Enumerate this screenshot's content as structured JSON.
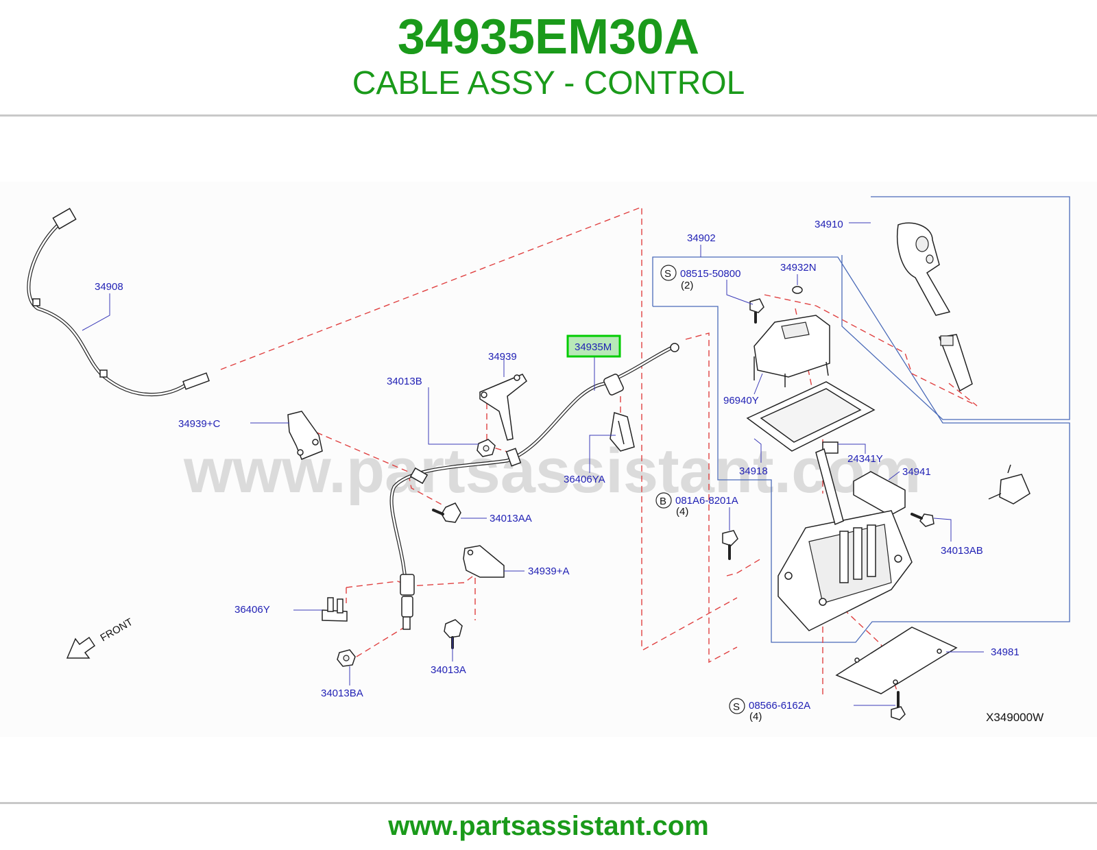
{
  "header": {
    "part_number": "34935EM30A",
    "part_title": "CABLE ASSY - CONTROL"
  },
  "footer": {
    "url": "www.partsassistant.com"
  },
  "watermark": "www.partsassistant.com",
  "diagram": {
    "highlighted_label": "34935M",
    "highlight_color": "#00cc00",
    "code": "X349000W",
    "front_label": "FRONT",
    "labels": {
      "l34908": "34908",
      "l34939c": "34939+C",
      "l34013b": "34013B",
      "l34939": "34939",
      "l36406ya": "36406YA",
      "l34013aa": "34013AA",
      "l34939a": "34939+A",
      "l36406y": "36406Y",
      "l34013a": "34013A",
      "l34013ba": "34013BA",
      "l34902": "34902",
      "l34910": "34910",
      "l08515": "08515-50800",
      "l08515q": "(2)",
      "l34932n": "34932N",
      "l96940y": "96940Y",
      "l34918": "34918",
      "l24341y": "24341Y",
      "l34941": "34941",
      "l081a6": "081A6-8201A",
      "l081a6q": "(4)",
      "l34013ab": "34013AB",
      "l34981": "34981",
      "l08566": "08566-6162A",
      "l08566q": "(4)"
    },
    "callout_letters": {
      "s1": "S",
      "b1": "B",
      "s2": "S"
    }
  }
}
